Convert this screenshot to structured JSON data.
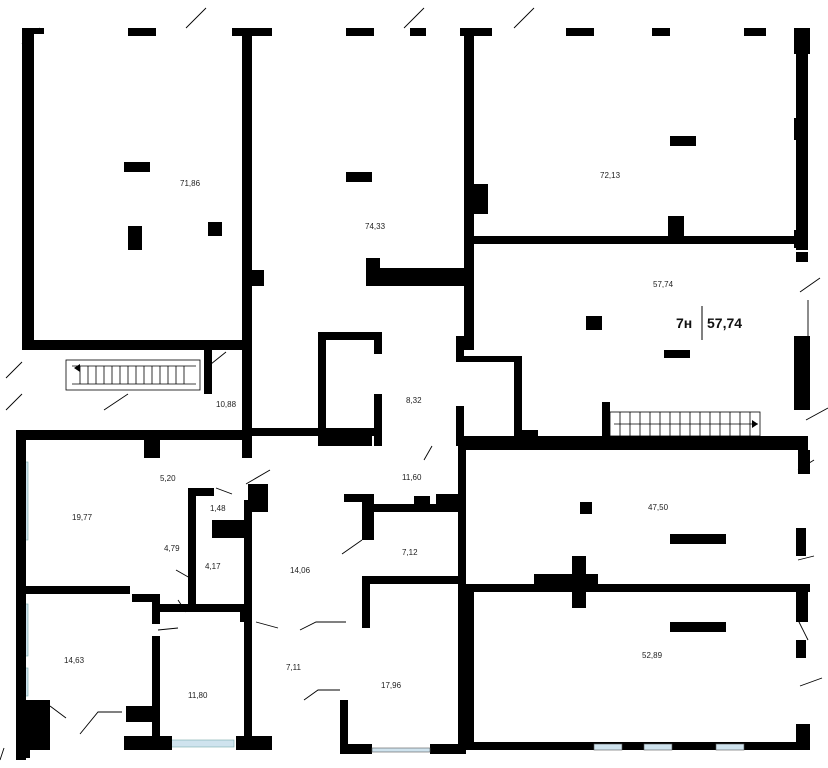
{
  "rooms": [
    {
      "id": "room-71-86",
      "area": "71,86"
    },
    {
      "id": "room-74-33",
      "area": "74,33"
    },
    {
      "id": "room-72-13",
      "area": "72,13"
    },
    {
      "id": "room-57-74",
      "area": "57,74"
    },
    {
      "id": "room-10-88",
      "area": "10,88"
    },
    {
      "id": "room-8-32",
      "area": "8,32"
    },
    {
      "id": "room-11-60",
      "area": "11,60"
    },
    {
      "id": "room-5-20",
      "area": "5,20"
    },
    {
      "id": "room-19-77",
      "area": "19,77"
    },
    {
      "id": "room-1-48",
      "area": "1,48"
    },
    {
      "id": "room-4-79",
      "area": "4,79"
    },
    {
      "id": "room-4-17",
      "area": "4,17"
    },
    {
      "id": "room-14-06",
      "area": "14,06"
    },
    {
      "id": "room-7-12",
      "area": "7,12"
    },
    {
      "id": "room-47-50",
      "area": "47,50"
    },
    {
      "id": "room-14-63",
      "area": "14,63"
    },
    {
      "id": "room-7-11",
      "area": "7,11"
    },
    {
      "id": "room-52-89",
      "area": "52,89"
    },
    {
      "id": "room-11-80",
      "area": "11,80"
    },
    {
      "id": "room-17-96",
      "area": "17,96"
    }
  ],
  "unit": {
    "number": "7н",
    "area": "57,74"
  },
  "colors": {
    "wall": "#000000",
    "window": "#cfe3ee",
    "background": "#ffffff"
  }
}
